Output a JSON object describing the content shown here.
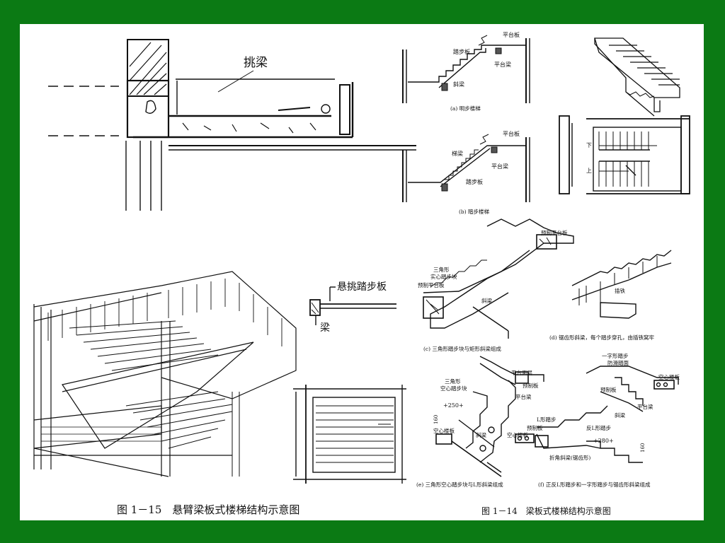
{
  "colors": {
    "frame_green": "#0b7a14",
    "sheet": "#ffffff",
    "ink": "#111111"
  },
  "fig15": {
    "label_tiao_liang": "挑梁",
    "label_xuantiao": "悬挑踏步板",
    "label_liang": "梁",
    "caption": "图 1－15　悬臂梁板式楼梯结构示意图"
  },
  "fig14": {
    "a": {
      "platform_slab": "平台板",
      "step_slab": "踏步板",
      "platform_beam": "平台梁",
      "inclined_beam": "斜梁",
      "caption": "(a) 明步楼梯"
    },
    "b": {
      "platform_slab": "平台板",
      "inclined_beam": "梯梁",
      "platform_beam": "平台梁",
      "step_slab": "踏步板",
      "caption": "(b) 暗步楼梯"
    },
    "plan": {
      "down": "下",
      "up": "上"
    },
    "c": {
      "precast_platform_top": "预制平台板",
      "triangle_solid": "三角形\n实心踏步块",
      "precast_platform_left": "预制平台板",
      "inclined_beam": "斜梁",
      "caption": "(c) 三角形踏步块与矩形斜梁组成"
    },
    "d": {
      "anchor": "插铁",
      "caption": "(d) 锯齿形斜梁，每个踏步穿孔，由插铁窝牢"
    },
    "e": {
      "platform_surface": "平台面层",
      "triangle_hollow": "三角形\n空心踏步块",
      "precast_slab": "预制板",
      "platform_beam": "平台梁",
      "dim_250": "250",
      "dim_160": "160",
      "hollow_floor": "空心楼板",
      "inclined_beam": "斜梁",
      "caption": "(e) 三角形空心踏步块与L形斜梁组成"
    },
    "f": {
      "one_shape_step": "一字形踏步",
      "step_surface": "防滑踏面",
      "hollow_floor_r": "空心楼板",
      "precast_slab": "预制板",
      "inclined_beam": "斜梁",
      "platform_beam": "平台梁",
      "l_step": "L形踏步",
      "precast_slab2": "预制板",
      "reverse_l": "反L形踏步",
      "dim_280": "280",
      "dim_160": "160",
      "hollow_floor_l": "空心楼板",
      "folded_beam": "折角斜梁(锯齿形)",
      "caption": "(f) 正反L形踏步和一字形踏步与锯齿形斜梁组成"
    },
    "caption": "图 1－14　梁板式楼梯结构示意图"
  }
}
